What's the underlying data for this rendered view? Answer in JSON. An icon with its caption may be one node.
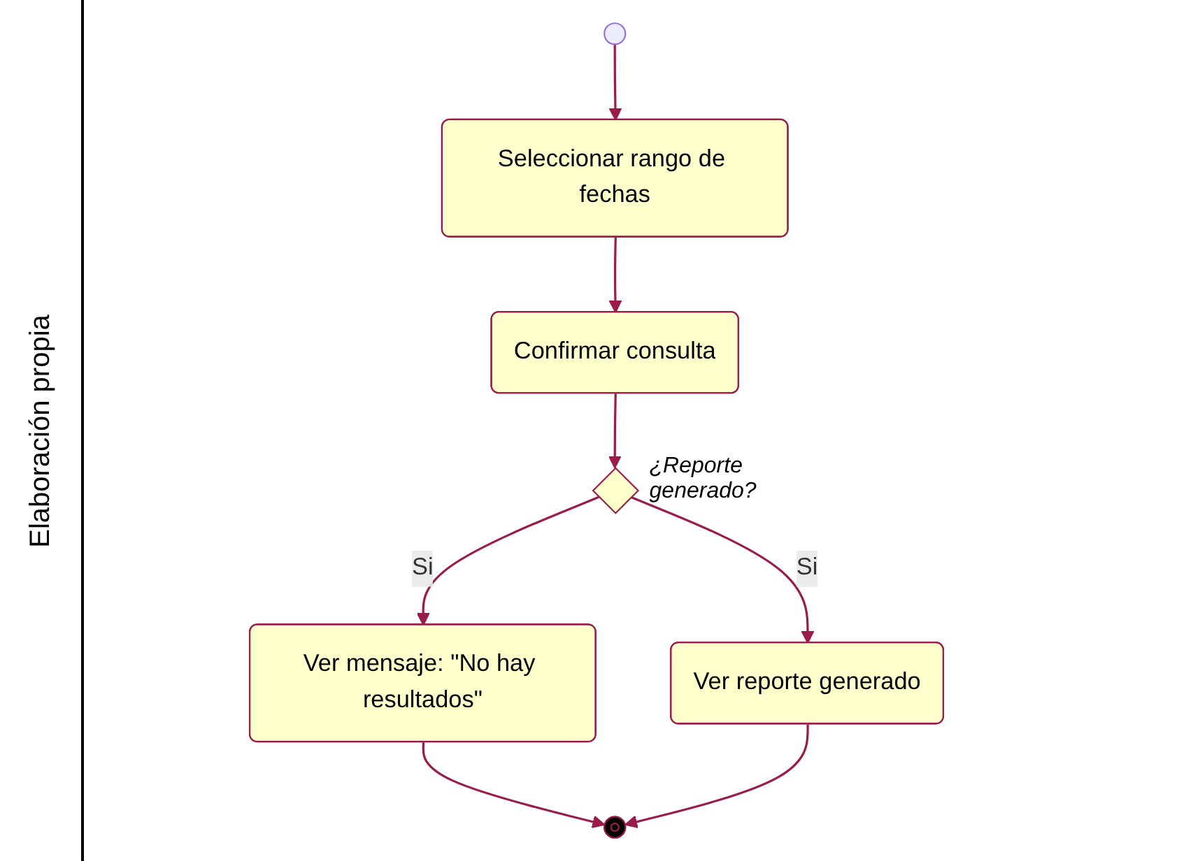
{
  "diagram": {
    "nodes": [
      {
        "text": [],
        "shape": "circle"
      },
      {
        "text": [
          "Seleccionar rango de fechas"
        ]
      },
      {
        "text": [
          "Confirmar consulta"
        ]
      },
      {
        "text": [],
        "shape": "diamond",
        "beside": [
          "¿Reporte generado?"
        ]
      },
      {
        "text": [
          "Ver mensaje: \"No hay resultados\""
        ]
      },
      {
        "text": [
          "Ver reporte generado"
        ]
      },
      {
        "text": [],
        "shape": "circle"
      }
    ],
    "edges": [
      {
        "from": 0,
        "to": 1,
        "arrow": "to"
      },
      {
        "from": 1,
        "to": 2,
        "arrow": "to"
      },
      {
        "from": 2,
        "to": 3,
        "arrow": "to"
      },
      {
        "from": 3,
        "to": 4,
        "arrow": "to",
        "label": "Si"
      },
      {
        "from": 3,
        "to": 5,
        "arrow": "to",
        "label": "Si"
      },
      {
        "from": 4,
        "to": 6,
        "arrow": "to"
      },
      {
        "from": 5,
        "to": 6,
        "arrow": "to"
      }
    ],
    "labels": [
      "Elaboración propia"
    ]
  }
}
